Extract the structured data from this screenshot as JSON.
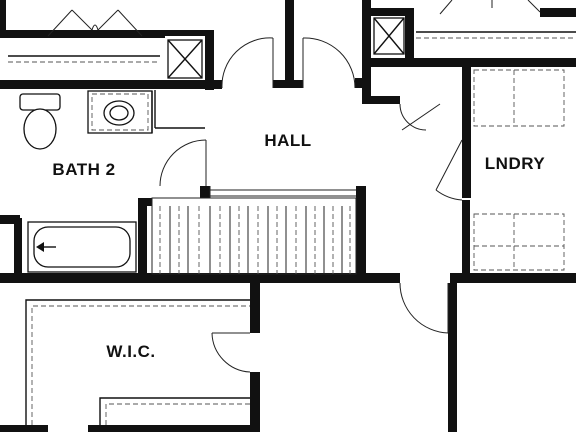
{
  "rooms": {
    "hall": "HALL",
    "bath2": "BATH 2",
    "laundry": "LNDRY",
    "wic": "W.I.C."
  },
  "colors": {
    "wall": "#111111",
    "background": "#ffffff"
  }
}
